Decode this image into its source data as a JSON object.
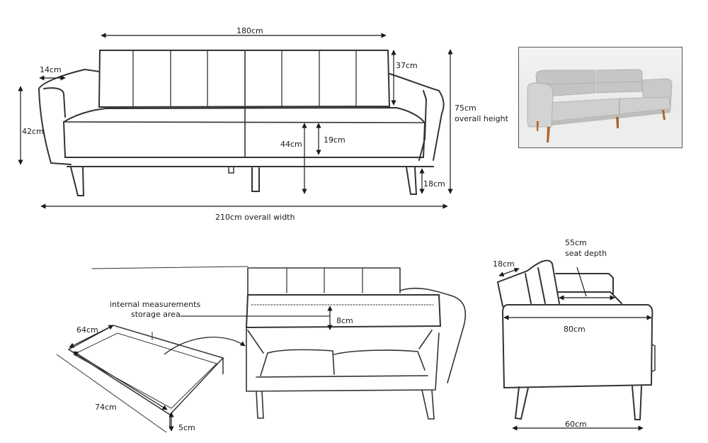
{
  "front_view": {
    "back_width": "180cm",
    "arm_width": "14cm",
    "arm_height": "42cm",
    "back_height": "37cm",
    "seat_height": "44cm",
    "cushion_thickness": "19cm",
    "leg_height": "18cm",
    "overall_height_value": "75cm",
    "overall_height_label": "overall height",
    "overall_width": "210cm overall width"
  },
  "storage_view": {
    "callout_line1": "internal measurements",
    "callout_line2": "storage area",
    "depth": "64cm",
    "length": "74cm",
    "height": "5cm",
    "lid_gap": "8cm"
  },
  "side_view": {
    "back_depth": "18cm",
    "seat_depth_value": "55cm",
    "seat_depth_label": "seat depth",
    "overall_depth": "80cm",
    "leg_span": "60cm"
  },
  "photo": {
    "subject": "grey fabric sofa with wooden legs",
    "fabric_color": "#c9c9c7",
    "leg_color": "#b0652a"
  }
}
